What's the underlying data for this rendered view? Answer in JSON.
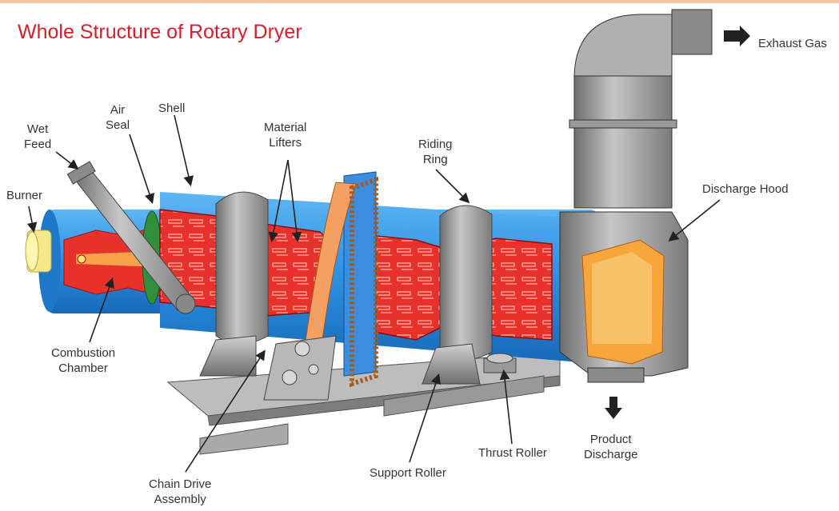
{
  "title": "Whole Structure of Rotary Dryer",
  "labels": {
    "burner": "Burner",
    "wet_feed_1": "Wet",
    "wet_feed_2": "Feed",
    "air_seal_1": "Air",
    "air_seal_2": "Seal",
    "shell": "Shell",
    "material_lifters_1": "Material",
    "material_lifters_2": "Lifters",
    "riding_ring_1": "Riding",
    "riding_ring_2": "Ring",
    "discharge_hood": "Discharge Hood",
    "exhaust_gas": "Exhaust Gas",
    "combustion_chamber_1": "Combustion",
    "combustion_chamber_2": "Chamber",
    "chain_drive_1": "Chain Drive",
    "chain_drive_2": "Assembly",
    "support_roller": "Support Roller",
    "thrust_roller": "Thrust Roller",
    "product_discharge_1": "Product",
    "product_discharge_2": "Discharge"
  },
  "colors": {
    "title": "#d1202a",
    "shell_blue": "#2f93e6",
    "lifter_red": "#e8312a",
    "steel_gray": "#9a9a9a",
    "chain_orange": "#f3a060",
    "hood_orange": "#f6a63a"
  }
}
